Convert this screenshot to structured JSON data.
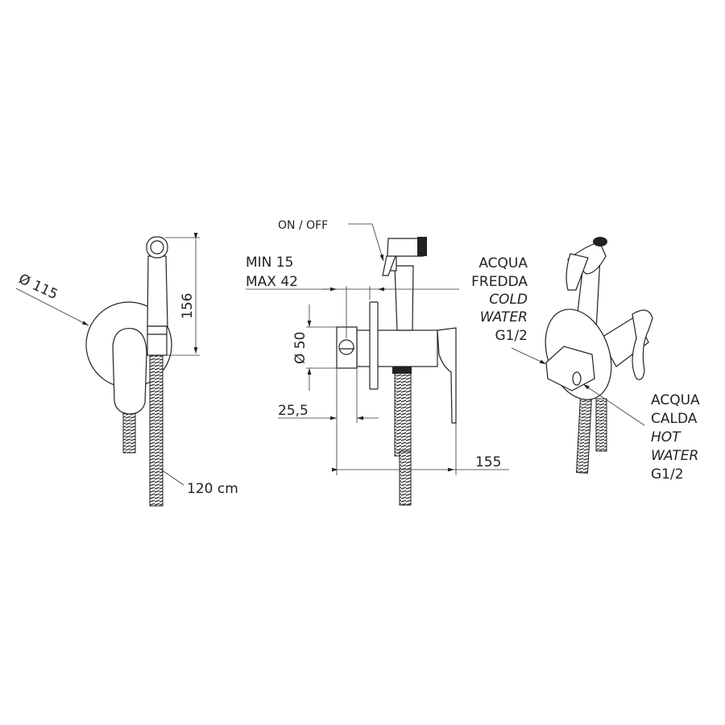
{
  "front_view": {
    "diameter_label": "Ø 115",
    "height_label": "156",
    "hose_label": "120 cm"
  },
  "side_view": {
    "switch_label": "ON / OFF",
    "depth_min_label": "MIN 15",
    "depth_max_label": "MAX 42",
    "body_diameter_label": "Ø 50",
    "offset_label": "25,5",
    "length_label": "155"
  },
  "iso_view": {
    "cold": [
      "ACQUA",
      "FREDDA",
      "COLD",
      "WATER",
      "G1/2"
    ],
    "hot": [
      "ACQUA",
      "CALDA",
      "HOT",
      "WATER",
      "G1/2"
    ]
  }
}
